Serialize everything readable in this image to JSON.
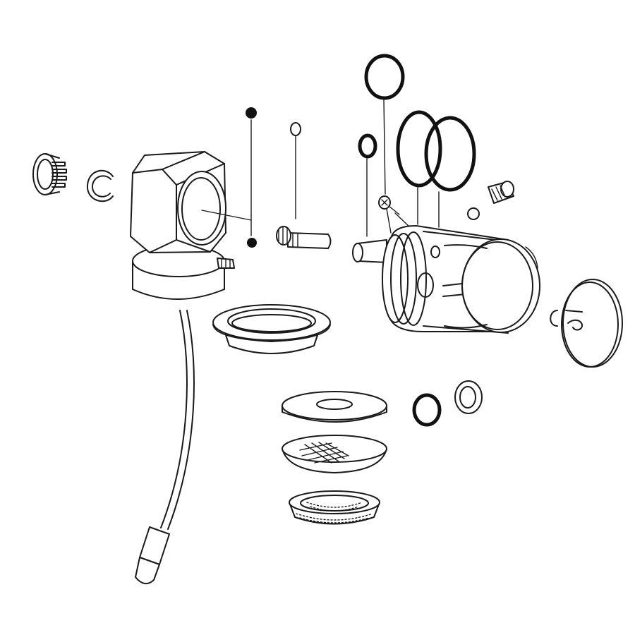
{
  "figure": {
    "kind": "exploded-parts-diagram",
    "line_color": "#1a1a1a",
    "background": "#ffffff"
  },
  "parts": [
    {
      "id": "spline-adapter",
      "icon": "spline-adapter-icon"
    },
    {
      "id": "retaining-clip",
      "icon": "c-clip-icon"
    },
    {
      "id": "hex-body",
      "icon": "hex-valve-body-icon"
    },
    {
      "id": "black-ball-top",
      "icon": "ball-icon"
    },
    {
      "id": "black-ball-bottom",
      "icon": "ball-icon"
    },
    {
      "id": "small-o-ring",
      "icon": "o-ring-icon"
    },
    {
      "id": "stem-pin",
      "icon": "stem-pin-icon"
    },
    {
      "id": "large-o-ring-top",
      "icon": "o-ring-icon"
    },
    {
      "id": "medium-o-ring",
      "icon": "o-ring-icon"
    },
    {
      "id": "large-o-ring-pair",
      "icon": "o-ring-icon"
    },
    {
      "id": "screw",
      "icon": "screw-icon"
    },
    {
      "id": "small-ball",
      "icon": "ball-icon"
    },
    {
      "id": "knurled-cap",
      "icon": "knurled-cap-icon"
    },
    {
      "id": "cartridge",
      "icon": "cartridge-icon"
    },
    {
      "id": "end-cap-disc",
      "icon": "end-cap-icon"
    },
    {
      "id": "flanged-seat",
      "icon": "flanged-seat-icon"
    },
    {
      "id": "flat-washer",
      "icon": "washer-icon"
    },
    {
      "id": "black-o-ring",
      "icon": "o-ring-icon"
    },
    {
      "id": "thin-washer",
      "icon": "washer-icon"
    },
    {
      "id": "mesh-screen",
      "icon": "mesh-screen-icon"
    },
    {
      "id": "perforated-strainer",
      "icon": "strainer-icon"
    },
    {
      "id": "tube",
      "icon": "tube-icon"
    }
  ]
}
